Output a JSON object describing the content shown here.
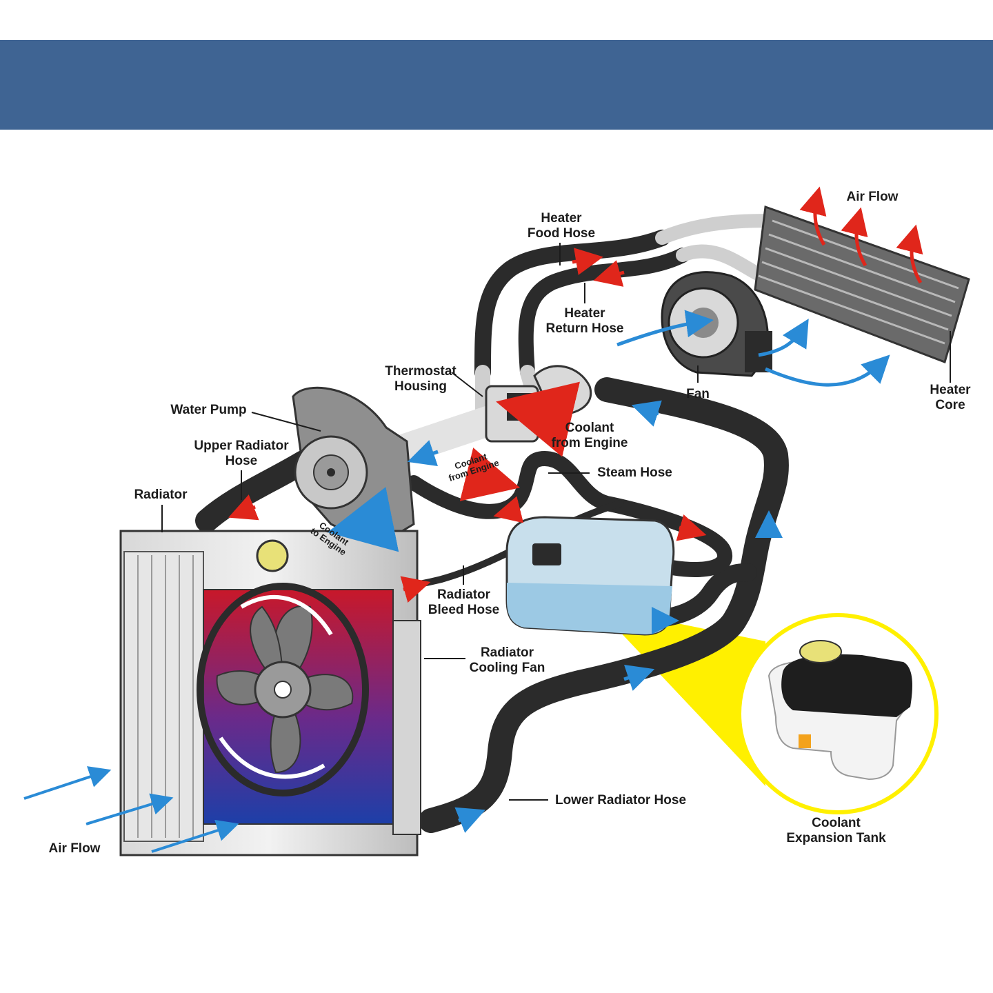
{
  "title": "AUTOMOTIVE COOLING SYSTEM",
  "colors": {
    "banner": "#3f6493",
    "hose": "#2b2b2b",
    "hot_arrow": "#e0261b",
    "cool_arrow": "#2a8bd6",
    "coolant": "#9cc9e4",
    "highlight": "#fff000",
    "radiator_hot": "#c8182a",
    "radiator_cold": "#1d3fa8"
  },
  "labels": {
    "heater_food_hose": [
      "Heater",
      "Food Hose"
    ],
    "heater_return_hose": [
      "Heater",
      "Return Hose"
    ],
    "air_flow_top": "Air Flow",
    "thermostat_housing": [
      "Thermostat",
      "Housing"
    ],
    "water_pump": "Water Pump",
    "upper_radiator_hose": [
      "Upper Radiator",
      "Hose"
    ],
    "radiator": "Radiator",
    "fan": "Fan",
    "heater_core": [
      "Heater",
      "Core"
    ],
    "coolant_from_engine": [
      "Coolant",
      "from Engine"
    ],
    "coolant_from_engine_small": [
      "Coolant",
      "from Engine"
    ],
    "coolant_to_engine_small": [
      "Coolant",
      "to Engine"
    ],
    "steam_hose": "Steam Hose",
    "radiator_bleed_hose": [
      "Radiator",
      "Bleed Hose"
    ],
    "radiator_cooling_fan": [
      "Radiator",
      "Cooling Fan"
    ],
    "lower_radiator_hose": "Lower Radiator Hose",
    "coolant_expansion_tank": [
      "Coolant",
      "Expansion Tank"
    ],
    "air_flow_bottom": "Air Flow"
  }
}
